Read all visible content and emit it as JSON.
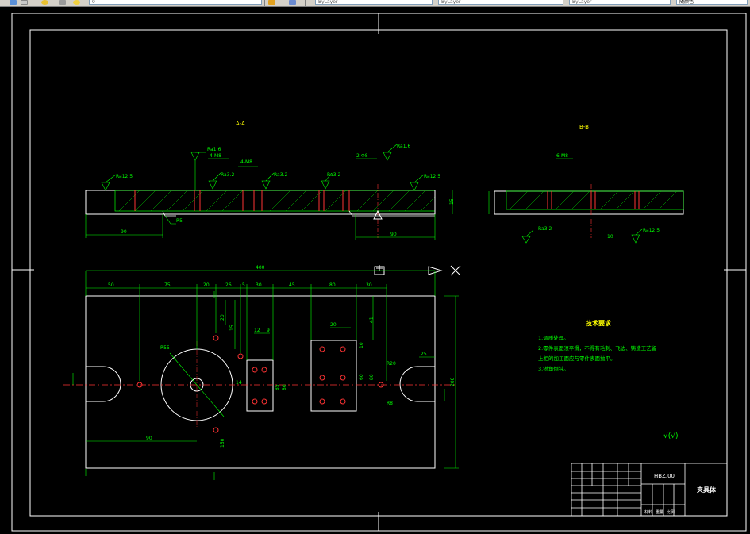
{
  "toolbar": {
    "layer_value": "0",
    "style_value_1": "ByLayer",
    "style_value_2": "ByLayer",
    "style_value_3": "ByLayer",
    "color_label": "随颜色"
  },
  "drawing": {
    "section_aa": "A-A",
    "section_bb": "B-B",
    "roughness": [
      "Ra1.6",
      "Ra3.2",
      "Ra3.2",
      "Ra3.2",
      "Ra1.6",
      "Ra12.5",
      "Ra12.5",
      "Ra3.2",
      "Ra12.5"
    ],
    "dims_top": [
      "4-M8",
      "4-M8",
      "2-Φ8",
      "6-M8",
      "90",
      "90",
      "R5",
      "15",
      "10"
    ],
    "dims_main": [
      "400",
      "50",
      "75",
      "20",
      "26",
      "5",
      "30",
      "45",
      "80",
      "30",
      "20",
      "15",
      "12",
      "9",
      "R55",
      "14",
      "90",
      "150",
      "25",
      "R20",
      "R8",
      "200",
      "41",
      "10",
      "60",
      "80",
      "85",
      "80",
      "20"
    ],
    "tech_title": "技术要求",
    "tech_lines": [
      "1.调质处理。",
      "2.零件表面须平滑，不得有毛刺、飞边、铸造工艺留",
      "上相的加工面应与零件表面抛平。",
      "3.锐角倒钝。"
    ],
    "surface_note": "√(√)",
    "title_block": {
      "school": "HBZ.00",
      "part_name": "夹具体",
      "label_1": "材料",
      "label_2": "重量",
      "label_3": "比例"
    }
  }
}
